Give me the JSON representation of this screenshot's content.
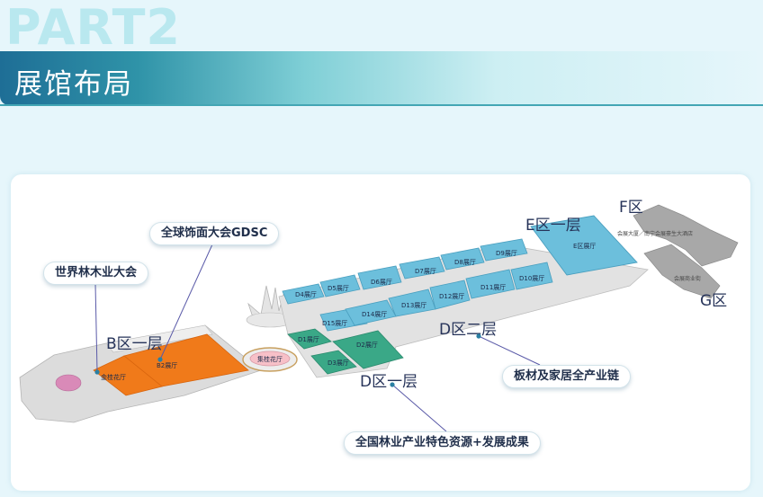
{
  "header": {
    "part": "PART2",
    "title": "展馆布局"
  },
  "zones": {
    "b1": "B区一层",
    "d1": "D区一层",
    "d2": "D区二层",
    "e1": "E区一层",
    "f": "F区",
    "g": "G区"
  },
  "halls": {
    "b2": "B2展厅",
    "jinqiu": "金桂花厅",
    "jigui": "集桂花厅",
    "d1": "D1展厅",
    "d2": "D2展厅",
    "d3": "D3展厅",
    "d4": "D4展厅",
    "d5": "D5展厅",
    "d6": "D6展厅",
    "d7": "D7展厅",
    "d8": "D8展厅",
    "d9": "D9展厅",
    "d10": "D10展厅",
    "d11": "D11展厅",
    "d12": "D12展厅",
    "d13": "D13展厅",
    "d14": "D14展厅",
    "d15": "D15展厅",
    "e": "E区展厅"
  },
  "buildings": {
    "hotel": "会展大厦／南宁会展豪生大酒店",
    "commercial": "会展商业街"
  },
  "callouts": {
    "forestry": "世界林木业大会",
    "gdsc": "全球饰面大会GDSC",
    "panels": "板材及家居全产业链",
    "resources": "全国林业产业特色资源+发展成果"
  },
  "colors": {
    "orange": "#f07a1a",
    "blue_hall": "#6cbfdc",
    "green_hall": "#3aa887",
    "gray_building": "#a8a8a8",
    "accent": "#2a7fa3"
  }
}
